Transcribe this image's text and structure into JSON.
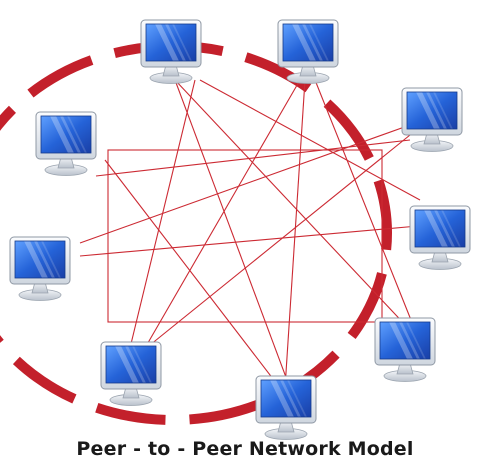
{
  "caption": "Peer - to - Peer Network Model",
  "colors": {
    "ring": "#c3202b",
    "link": "#cc2a33",
    "screen": "#2563d8",
    "bezel": "#e9edf2"
  },
  "nodes": [
    {
      "id": "pc-top-left",
      "icon": "computer-monitor-icon"
    },
    {
      "id": "pc-top-right",
      "icon": "computer-monitor-icon"
    },
    {
      "id": "pc-right-upper",
      "icon": "computer-monitor-icon"
    },
    {
      "id": "pc-right-middle",
      "icon": "computer-monitor-icon"
    },
    {
      "id": "pc-bottom-right",
      "icon": "computer-monitor-icon"
    },
    {
      "id": "pc-bottom-center",
      "icon": "computer-monitor-icon"
    },
    {
      "id": "pc-bottom-left",
      "icon": "computer-monitor-icon"
    },
    {
      "id": "pc-left-middle",
      "icon": "computer-monitor-icon"
    },
    {
      "id": "pc-left-upper",
      "icon": "computer-monitor-icon"
    }
  ]
}
